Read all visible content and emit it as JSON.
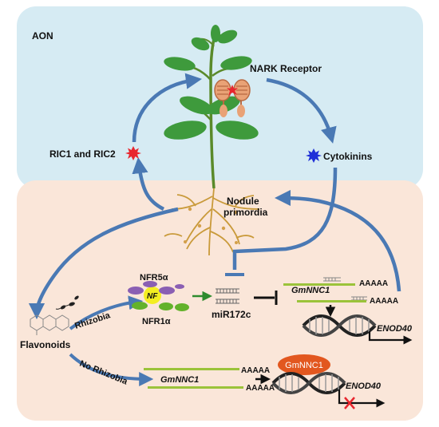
{
  "panels": {
    "top_label": "AON"
  },
  "labels": {
    "nark_receptor": "NARK Receptor",
    "ric": "RIC1 and RIC2",
    "cytokinins": "Cytokinins",
    "nodule_line1": "Nodule",
    "nodule_line2": "primordia",
    "nfr5": "NFR5α",
    "nfr1": "NFR1α",
    "nf": "NF",
    "mir": "miR172c",
    "gmnnc1_upper": "GmNNC1",
    "polyA_1": "AAAAA",
    "polyA_2": "AAAAA",
    "enod40_upper": "ENOD40",
    "rhizobia": "Rhizobia",
    "flavonoids": "Flavonoids",
    "no_rhizobia": "No Rhizobia",
    "gmnnc1_lower": "GmNNC1",
    "polyA_3": "AAAAA",
    "polyA_4": "AAAAA",
    "gmnnc1_protein": "GmNNC1",
    "enod40_lower": "ENOD40"
  },
  "colors": {
    "top_panel": "#d6ebf3",
    "bottom_panel": "#fae6d9",
    "arrow_blue": "#4a79b4",
    "leaf_green": "#3e9a3c",
    "mrna_green": "#9bc33a",
    "red_star": "#e8262e",
    "blue_star": "#1f2fd8",
    "protein_orange": "#e2571f",
    "root_brown": "#c99a3a"
  }
}
